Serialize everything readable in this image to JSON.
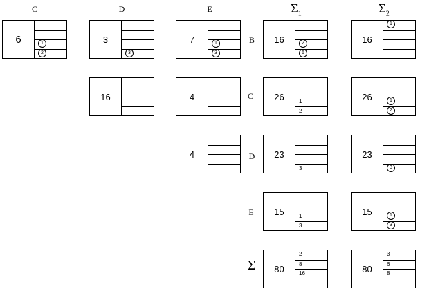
{
  "headers": {
    "c": "C",
    "d": "D",
    "e": "E",
    "s1": "Σ",
    "s1_sub": "1",
    "s2": "Σ",
    "s2_sub": "2"
  },
  "row_labels": {
    "b": "B",
    "c": "C",
    "d": "D",
    "e": "E",
    "sum": "Σ"
  },
  "cells": {
    "c1": {
      "value": "6",
      "rows": [
        "",
        "",
        "1",
        "2"
      ],
      "circled": [
        false,
        false,
        true,
        true
      ]
    },
    "d1": {
      "value": "3",
      "rows": [
        "",
        "",
        "",
        "3"
      ],
      "circled": [
        false,
        false,
        false,
        true
      ]
    },
    "e1": {
      "value": "7",
      "rows": [
        "",
        "",
        "1",
        "3"
      ],
      "circled": [
        false,
        false,
        true,
        true
      ]
    },
    "s1b": {
      "value": "16",
      "rows": [
        "",
        "",
        "2",
        "6"
      ],
      "circled": [
        false,
        false,
        true,
        true
      ]
    },
    "s2b": {
      "value": "16",
      "rows": [
        "1",
        "",
        "",
        ""
      ],
      "circled": [
        true,
        false,
        false,
        false
      ]
    },
    "d2": {
      "value": "16",
      "rows": [
        "",
        "",
        "",
        ""
      ],
      "circled": [
        false,
        false,
        false,
        false
      ]
    },
    "e2": {
      "value": "4",
      "rows": [
        "",
        "",
        "",
        ""
      ],
      "circled": [
        false,
        false,
        false,
        false
      ]
    },
    "s1c": {
      "value": "26",
      "rows": [
        "",
        "",
        "1",
        "2"
      ],
      "circled": [
        false,
        false,
        false,
        false
      ]
    },
    "s2c": {
      "value": "26",
      "rows": [
        "",
        "",
        "1",
        "2"
      ],
      "circled": [
        false,
        false,
        true,
        true
      ]
    },
    "e3": {
      "value": "4",
      "rows": [
        "",
        "",
        "",
        ""
      ],
      "circled": [
        false,
        false,
        false,
        false
      ]
    },
    "s1d": {
      "value": "23",
      "rows": [
        "",
        "",
        "",
        "3"
      ],
      "circled": [
        false,
        false,
        false,
        false
      ]
    },
    "s2d": {
      "value": "23",
      "rows": [
        "",
        "",
        "",
        "3"
      ],
      "circled": [
        false,
        false,
        false,
        true
      ]
    },
    "s1e": {
      "value": "15",
      "rows": [
        "",
        "",
        "1",
        "3"
      ],
      "circled": [
        false,
        false,
        false,
        false
      ]
    },
    "s2e": {
      "value": "15",
      "rows": [
        "",
        "",
        "1",
        "3"
      ],
      "circled": [
        false,
        false,
        true,
        true
      ]
    },
    "s1s": {
      "value": "80",
      "rows": [
        "2",
        "8",
        "16",
        ""
      ],
      "circled": [
        false,
        false,
        false,
        false
      ]
    },
    "s2s": {
      "value": "80",
      "rows": [
        "3",
        "6",
        "8",
        ""
      ],
      "circled": [
        false,
        false,
        false,
        false
      ]
    }
  }
}
